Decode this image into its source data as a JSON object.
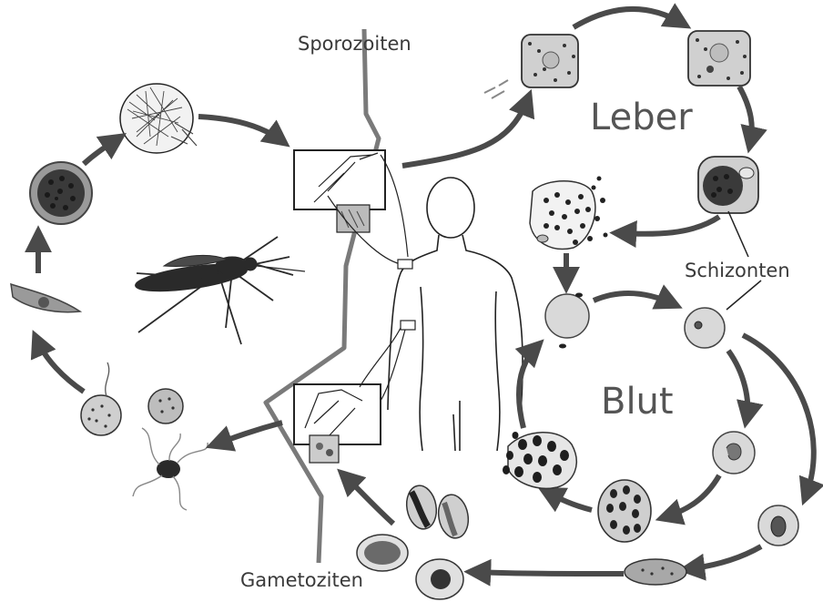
{
  "labels": {
    "sporozoites": "Sporozoiten",
    "liver": "Leber",
    "schizonts": "Schizonten",
    "blood": "Blut",
    "gametocytes": "Gametoziten"
  },
  "colors": {
    "arrow": "#4a4a4a",
    "divider": "#777777",
    "cell_light": "#d9d9d9",
    "cell_dark": "#3a3a3a",
    "cell_mid": "#9a9a9a",
    "outline": "#222222"
  }
}
